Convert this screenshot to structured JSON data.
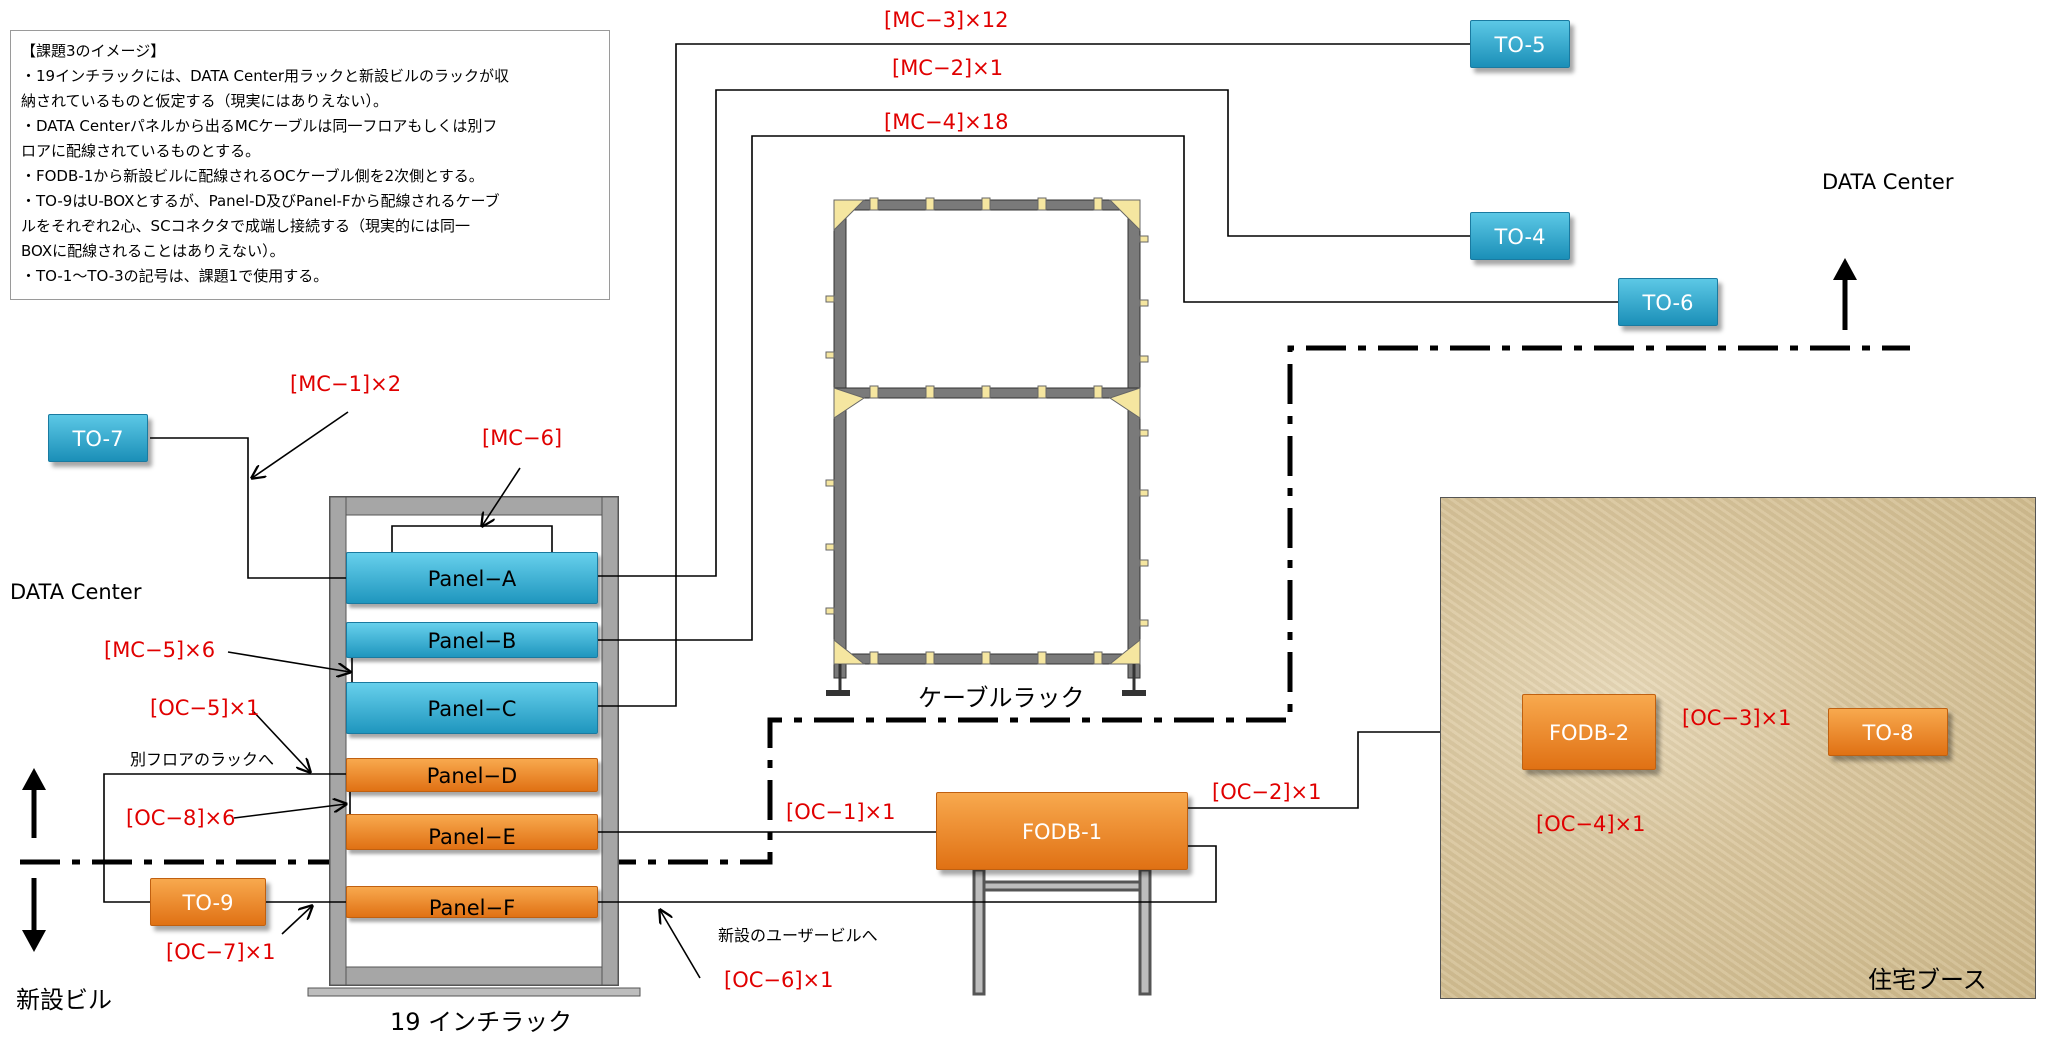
{
  "notes": {
    "title": "【課題3のイメージ】",
    "lines": [
      "・19インチラックには、DATA Center用ラックと新設ビルのラックが収",
      "納されているものと仮定する（現実にはありえない）。",
      "・DATA Centerパネルから出るMCケーブルは同一フロアもしくは別フ",
      "ロアに配線されているものとする。",
      "・FODB-1から新設ビルに配線されるOCケーブル側を2次側とする。",
      "・TO-9はU-BOXとするが、Panel-D及びPanel-Fから配線されるケーブ",
      "ルをそれぞれ2心、SCコネクタで成端し接続する（現実的には同一",
      "BOXに配線されることはありえない）。",
      "・TO-1〜TO-3の記号は、課題1で使用する。"
    ]
  },
  "terminals": {
    "to5": "TO-5",
    "to4": "TO-4",
    "to6": "TO-6",
    "to7": "TO-7",
    "to8": "TO-8",
    "to9": "TO-9"
  },
  "panels": {
    "a": "Panel−A",
    "b": "Panel−B",
    "c": "Panel−C",
    "d": "Panel−D",
    "e": "Panel−E",
    "f": "Panel−F"
  },
  "fodb": {
    "f1": "FODB-1",
    "f2": "FODB-2"
  },
  "cables": {
    "mc3": "[MC−3]×12",
    "mc2": "[MC−2]×1",
    "mc4": "[MC−4]×18",
    "mc1": "[MC−1]×2",
    "mc6": "[MC−6]",
    "mc5": "[MC−5]×6",
    "oc5": "[OC−5]×1",
    "oc8": "[OC−8]×6",
    "oc7": "[OC−7]×1",
    "oc6": "[OC−6]×1",
    "oc1": "[OC−1]×1",
    "oc2": "[OC−2]×1",
    "oc3": "[OC−3]×1",
    "oc4": "[OC−4]×1"
  },
  "labels": {
    "data_center_right": "DATA Center",
    "data_center_left": "DATA Center",
    "shinsetsu_biru": "新設ビル",
    "betsu_floor": "別フロアのラックへ",
    "user_biru": "新設のユーザービルへ",
    "cable_rack": "ケーブルラック",
    "rack_19": "19 インチラック",
    "jutaku_booth": "住宅ブース"
  }
}
